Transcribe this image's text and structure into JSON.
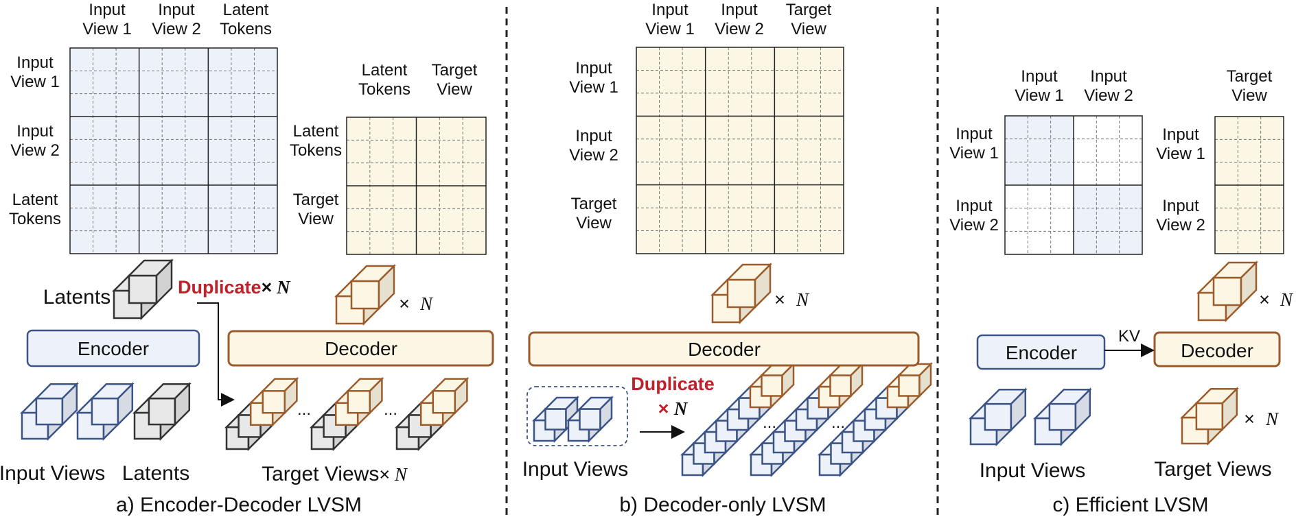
{
  "colors": {
    "blue_fill": "#edf1fa",
    "yellow_fill": "#fbf7e4",
    "blue_edge": "#3b5485",
    "brown_edge": "#9b5b2b",
    "gray_edge": "#333333",
    "red_text": "#c0202a"
  },
  "panel_a": {
    "caption": "a) Encoder-Decoder LVSM",
    "enc_cols": [
      "Input\nView 1",
      "Input\nView 2",
      "Latent\nTokens"
    ],
    "enc_rows": [
      "Input\nView 1",
      "Input\nView 2",
      "Latent\nTokens"
    ],
    "dec_cols": [
      "Latent\nTokens",
      "Target\nView"
    ],
    "dec_rows": [
      "Latent\nTokens",
      "Target\nView"
    ],
    "latents_label": "Latents",
    "duplicate": "Duplicate",
    "times_symbol": "×",
    "n_symbol": "N",
    "encoder": "Encoder",
    "decoder": "Decoder",
    "input_views": "Input Views",
    "latents_bottom": "Latents",
    "target_views": "Target Views",
    "ellipsis": "..."
  },
  "panel_b": {
    "caption": "b) Decoder-only LVSM",
    "cols": [
      "Input\nView 1",
      "Input\nView 2",
      "Target\nView"
    ],
    "rows": [
      "Input\nView 1",
      "Input\nView 2",
      "Target\nView"
    ],
    "decoder": "Decoder",
    "duplicate": "Duplicate",
    "times_symbol": "×",
    "n_symbol": "N",
    "input_views": "Input Views",
    "ellipsis": "..."
  },
  "panel_c": {
    "caption": "c) Efficient LVSM",
    "enc_cols": [
      "Input\nView 1",
      "Input\nView 2"
    ],
    "enc_rows": [
      "Input\nView 1",
      "Input\nView 2"
    ],
    "dec_col": [
      "Target\nView"
    ],
    "dec_rows": [
      "Input\nView 1",
      "Input\nView 2"
    ],
    "encoder": "Encoder",
    "decoder": "Decoder",
    "kv": "KV",
    "times_symbol": "×",
    "n_symbol": "N",
    "input_views": "Input Views",
    "target_views": "Target Views"
  }
}
